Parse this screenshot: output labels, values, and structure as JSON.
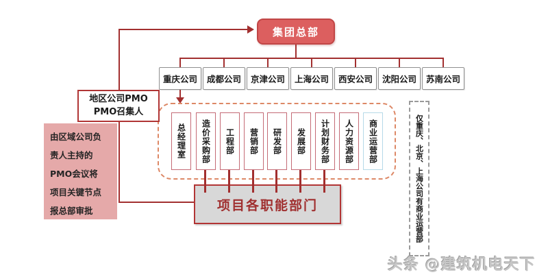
{
  "hq": {
    "label": "集团总部"
  },
  "companies": [
    {
      "label": "重庆公司"
    },
    {
      "label": "成都公司"
    },
    {
      "label": "京津公司"
    },
    {
      "label": "上海公司"
    },
    {
      "label": "西安公司"
    },
    {
      "label": "沈阳公司"
    },
    {
      "label": "苏南公司"
    }
  ],
  "departments": [
    {
      "label": "总经理室"
    },
    {
      "label": "造价采购部"
    },
    {
      "label": "工程部"
    },
    {
      "label": "营销部"
    },
    {
      "label": "研发部"
    },
    {
      "label": "发展部"
    },
    {
      "label": "计划财务部"
    },
    {
      "label": "人力资源部"
    },
    {
      "label": "商业运营部"
    }
  ],
  "functional_box": {
    "label": "项目各职能部门"
  },
  "pmo_box": {
    "line1": "地区公司PMO",
    "line2": "PMO召集人"
  },
  "note_box": {
    "lines": [
      "由区域公司负",
      "责人主持的",
      "PMO会议将",
      "项目关键节点",
      "报总部审批"
    ]
  },
  "side_note": {
    "text": "仅重庆、北京、上海公司有商业运营部"
  },
  "watermark": {
    "text": "头条 @建筑机电天下"
  },
  "colors": {
    "line": "#a22f2f",
    "hq_fill": "#dc5f5f",
    "hq_border": "#c14646",
    "note_fill": "#e5a9a9",
    "dept_border": "#c46a75",
    "highlight_border": "#b5d9e8",
    "dashed_container": "#dd8866",
    "functional_fill": "#d8d8d8"
  }
}
